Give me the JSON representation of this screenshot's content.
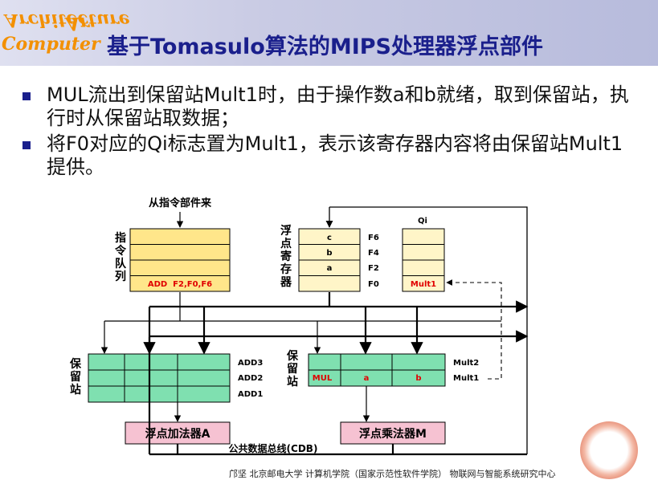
{
  "header": {
    "logo_words": [
      "Architecture",
      "Computer",
      "Ar"
    ],
    "title": "基于Tomasulo算法的MIPS处理器浮点部件"
  },
  "bullets": [
    "MUL流出到保留站Mult1时，由于操作数a和b就绪，取到保留站，执行时从保留站取数据；",
    "将F0对应的Qi标志置为Mult1，表示该寄存器内容将由保留站Mult1提供。"
  ],
  "diagram": {
    "from_label": "从指令部件来",
    "instr_queue_label": [
      "指",
      "令",
      "队",
      "列"
    ],
    "instr_queue_entry": "ADD  F2,F0,F6",
    "fp_reg_label": [
      "浮",
      "点",
      "寄",
      "存",
      "器"
    ],
    "regs": [
      {
        "value": "c",
        "name": "F6"
      },
      {
        "value": "b",
        "name": "F4"
      },
      {
        "value": "a",
        "name": "F2"
      },
      {
        "value": "",
        "name": "F0"
      }
    ],
    "qi_header": "Qi",
    "qi_f0": "Mult1",
    "add_rs_label": [
      "保",
      "留",
      "站"
    ],
    "add_rs_rows": [
      "ADD3",
      "ADD2",
      "ADD1"
    ],
    "mult_rs_label": [
      "保",
      "留",
      "站"
    ],
    "mult_rs_rows": [
      "Mult2",
      "Mult1"
    ],
    "mult1_entry": [
      "MUL",
      "a",
      "b"
    ],
    "adder": "浮点加法器A",
    "multiplier": "浮点乘法器M",
    "cdb": "公共数据总线(CDB)"
  },
  "footer": "邝坚  北京邮电大学 计算机学院（国家示范性软件学院） 物联网与智能系统研究中心",
  "colors": {
    "title": "#1a1f8c",
    "queue_fill": "#ffe68a",
    "reg_fill": "#fff5c8",
    "rs_fill": "#7fe0b0",
    "fu_fill": "#f6c2d2",
    "red_text": "#e00000"
  }
}
